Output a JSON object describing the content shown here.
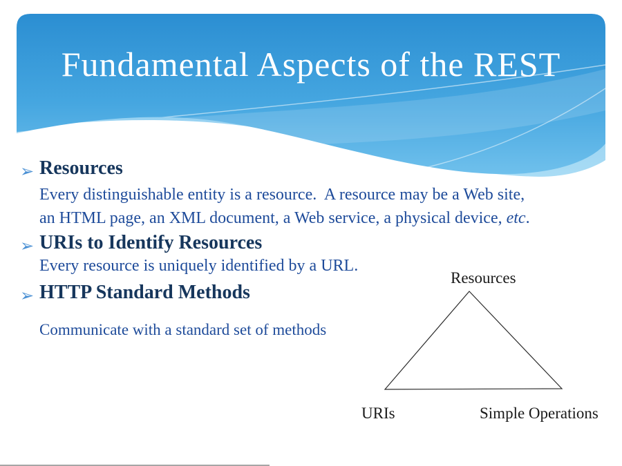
{
  "slide": {
    "title": "Fundamental Aspects of the REST",
    "bullet_glyph": "➢",
    "bullets": [
      {
        "heading": "Resources",
        "body_line1": "Every distinguishable entity is a resource.  A resource may be a Web site,",
        "body_line2_pre": "an HTML page, an XML document, a Web service, a physical device, ",
        "body_line2_italic": "etc",
        "body_line2_post": "."
      },
      {
        "heading": "URIs to Identify Resources",
        "body_line1": "Every resource is uniquely identified by a URL."
      },
      {
        "heading": "HTTP Standard Methods"
      }
    ],
    "note": "Communicate with a standard set of methods",
    "diagram": {
      "top_label": "Resources",
      "bottom_left_label": "URIs",
      "bottom_right_label": "Simple Operations"
    },
    "colors": {
      "header_gradient_top": "#2b8ed2",
      "header_gradient_mid": "#45a6e0",
      "header_gradient_bottom": "#6fc0ec",
      "light_wave": "#9ed5f2",
      "title_text": "#ffffff",
      "heading_text": "#16365c",
      "body_text": "#1e4b9a",
      "bullet_arrow": "#4a90d4",
      "diagram_text": "#1a1a1a"
    }
  }
}
